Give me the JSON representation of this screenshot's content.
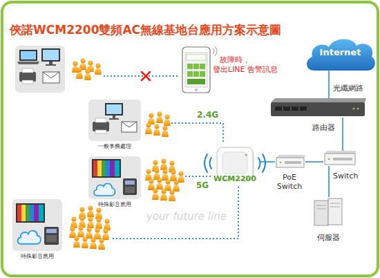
{
  "diagram": {
    "title": "俠諾WCM2200雙頻AC無線基地台應用方案示意圖",
    "nodes": [
      {
        "text": [
          "Internet"
        ]
      },
      {
        "text": [
          "故障時， 發出LINE 告警訊息"
        ]
      },
      {
        "text": [
          "路由器"
        ]
      },
      {
        "text": [
          "一般事務處理"
        ]
      },
      {
        "text": [
          "WCM2200"
        ]
      },
      {
        "text": [
          "PoE Switch"
        ]
      },
      {
        "text": [
          "Switch"
        ]
      },
      {
        "text": [
          "特殊影音應用"
        ]
      },
      {
        "text": [
          "伺服器"
        ]
      },
      {
        "text": [
          "特殊影音應用"
        ]
      }
    ],
    "edges": [
      {
        "from": 3,
        "to": 4,
        "arrow": "none",
        "label": "2.4G"
      },
      {
        "from": 7,
        "to": 4,
        "arrow": "none",
        "label": "5G"
      },
      {
        "from": 9,
        "to": 4,
        "arrow": "none"
      },
      {
        "from": 4,
        "to": 5,
        "arrow": "none"
      },
      {
        "from": 5,
        "to": 6,
        "arrow": "none"
      },
      {
        "from": 6,
        "to": 2,
        "arrow": "none"
      },
      {
        "from": 6,
        "to": 8,
        "arrow": "none"
      },
      {
        "from": 2,
        "to": 0,
        "arrow": "none",
        "label": "光纖網路"
      }
    ],
    "labels": [
      "your future line"
    ]
  }
}
